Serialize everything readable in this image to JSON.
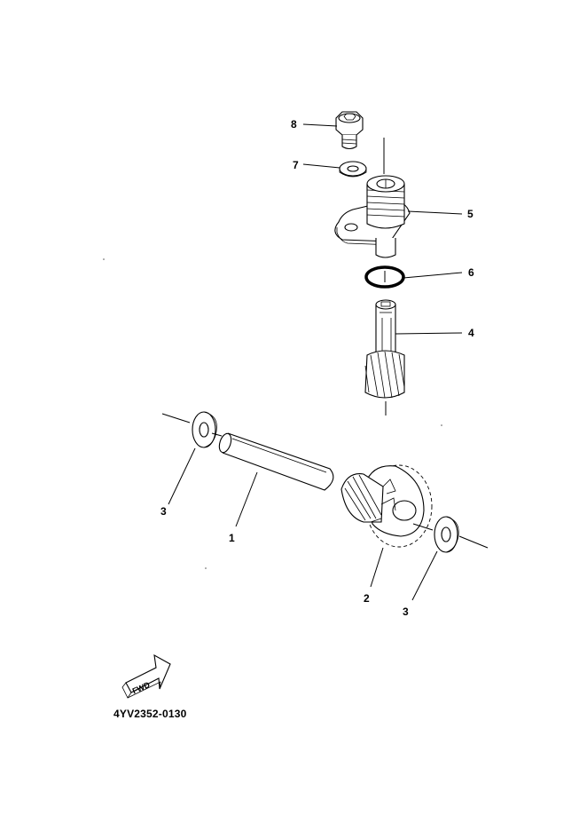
{
  "callouts": [
    {
      "id": "8",
      "label": "8"
    },
    {
      "id": "7",
      "label": "7"
    },
    {
      "id": "5",
      "label": "5"
    },
    {
      "id": "6",
      "label": "6"
    },
    {
      "id": "4",
      "label": "4"
    },
    {
      "id": "3a",
      "label": "3"
    },
    {
      "id": "1",
      "label": "1"
    },
    {
      "id": "2",
      "label": "2"
    },
    {
      "id": "3b",
      "label": "3"
    }
  ],
  "arrow": {
    "label": "FWD"
  },
  "diagram_code": "4YV2352-0130"
}
